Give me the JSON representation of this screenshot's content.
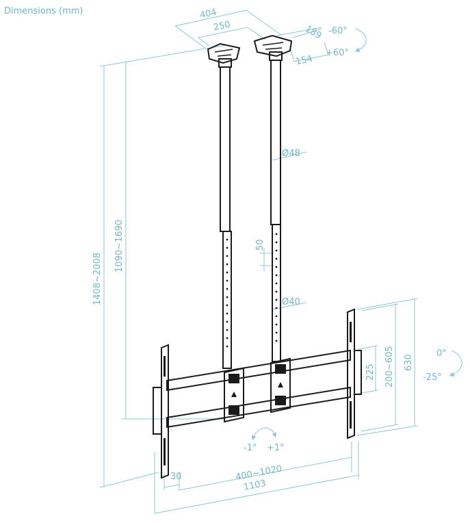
{
  "title": "Dimensions (mm)",
  "colors": {
    "dimension": "#6fb8c6",
    "drawing": "#1a1a1a"
  },
  "labels": {
    "plate_width": "404",
    "plate_spacing": "250",
    "plate_depth": "189",
    "plate_inner": "154",
    "swivel_left": "-60°",
    "swivel_right": "+60°",
    "pole_diameter_upper": "Ø48",
    "pole_diameter_lower": "Ø40",
    "hole_step": "50",
    "total_height": "1408~2008",
    "pole_height": "1090~1690",
    "tilt_up": "0°",
    "tilt_down": "-25°",
    "rotation_left": "-1°",
    "rotation_right": "+1°",
    "bracket_height": "630",
    "vesa_vertical": "200~605",
    "arm_spacing": "225",
    "arm_width": "30",
    "vesa_horizontal": "400~1020",
    "total_width": "1103"
  }
}
